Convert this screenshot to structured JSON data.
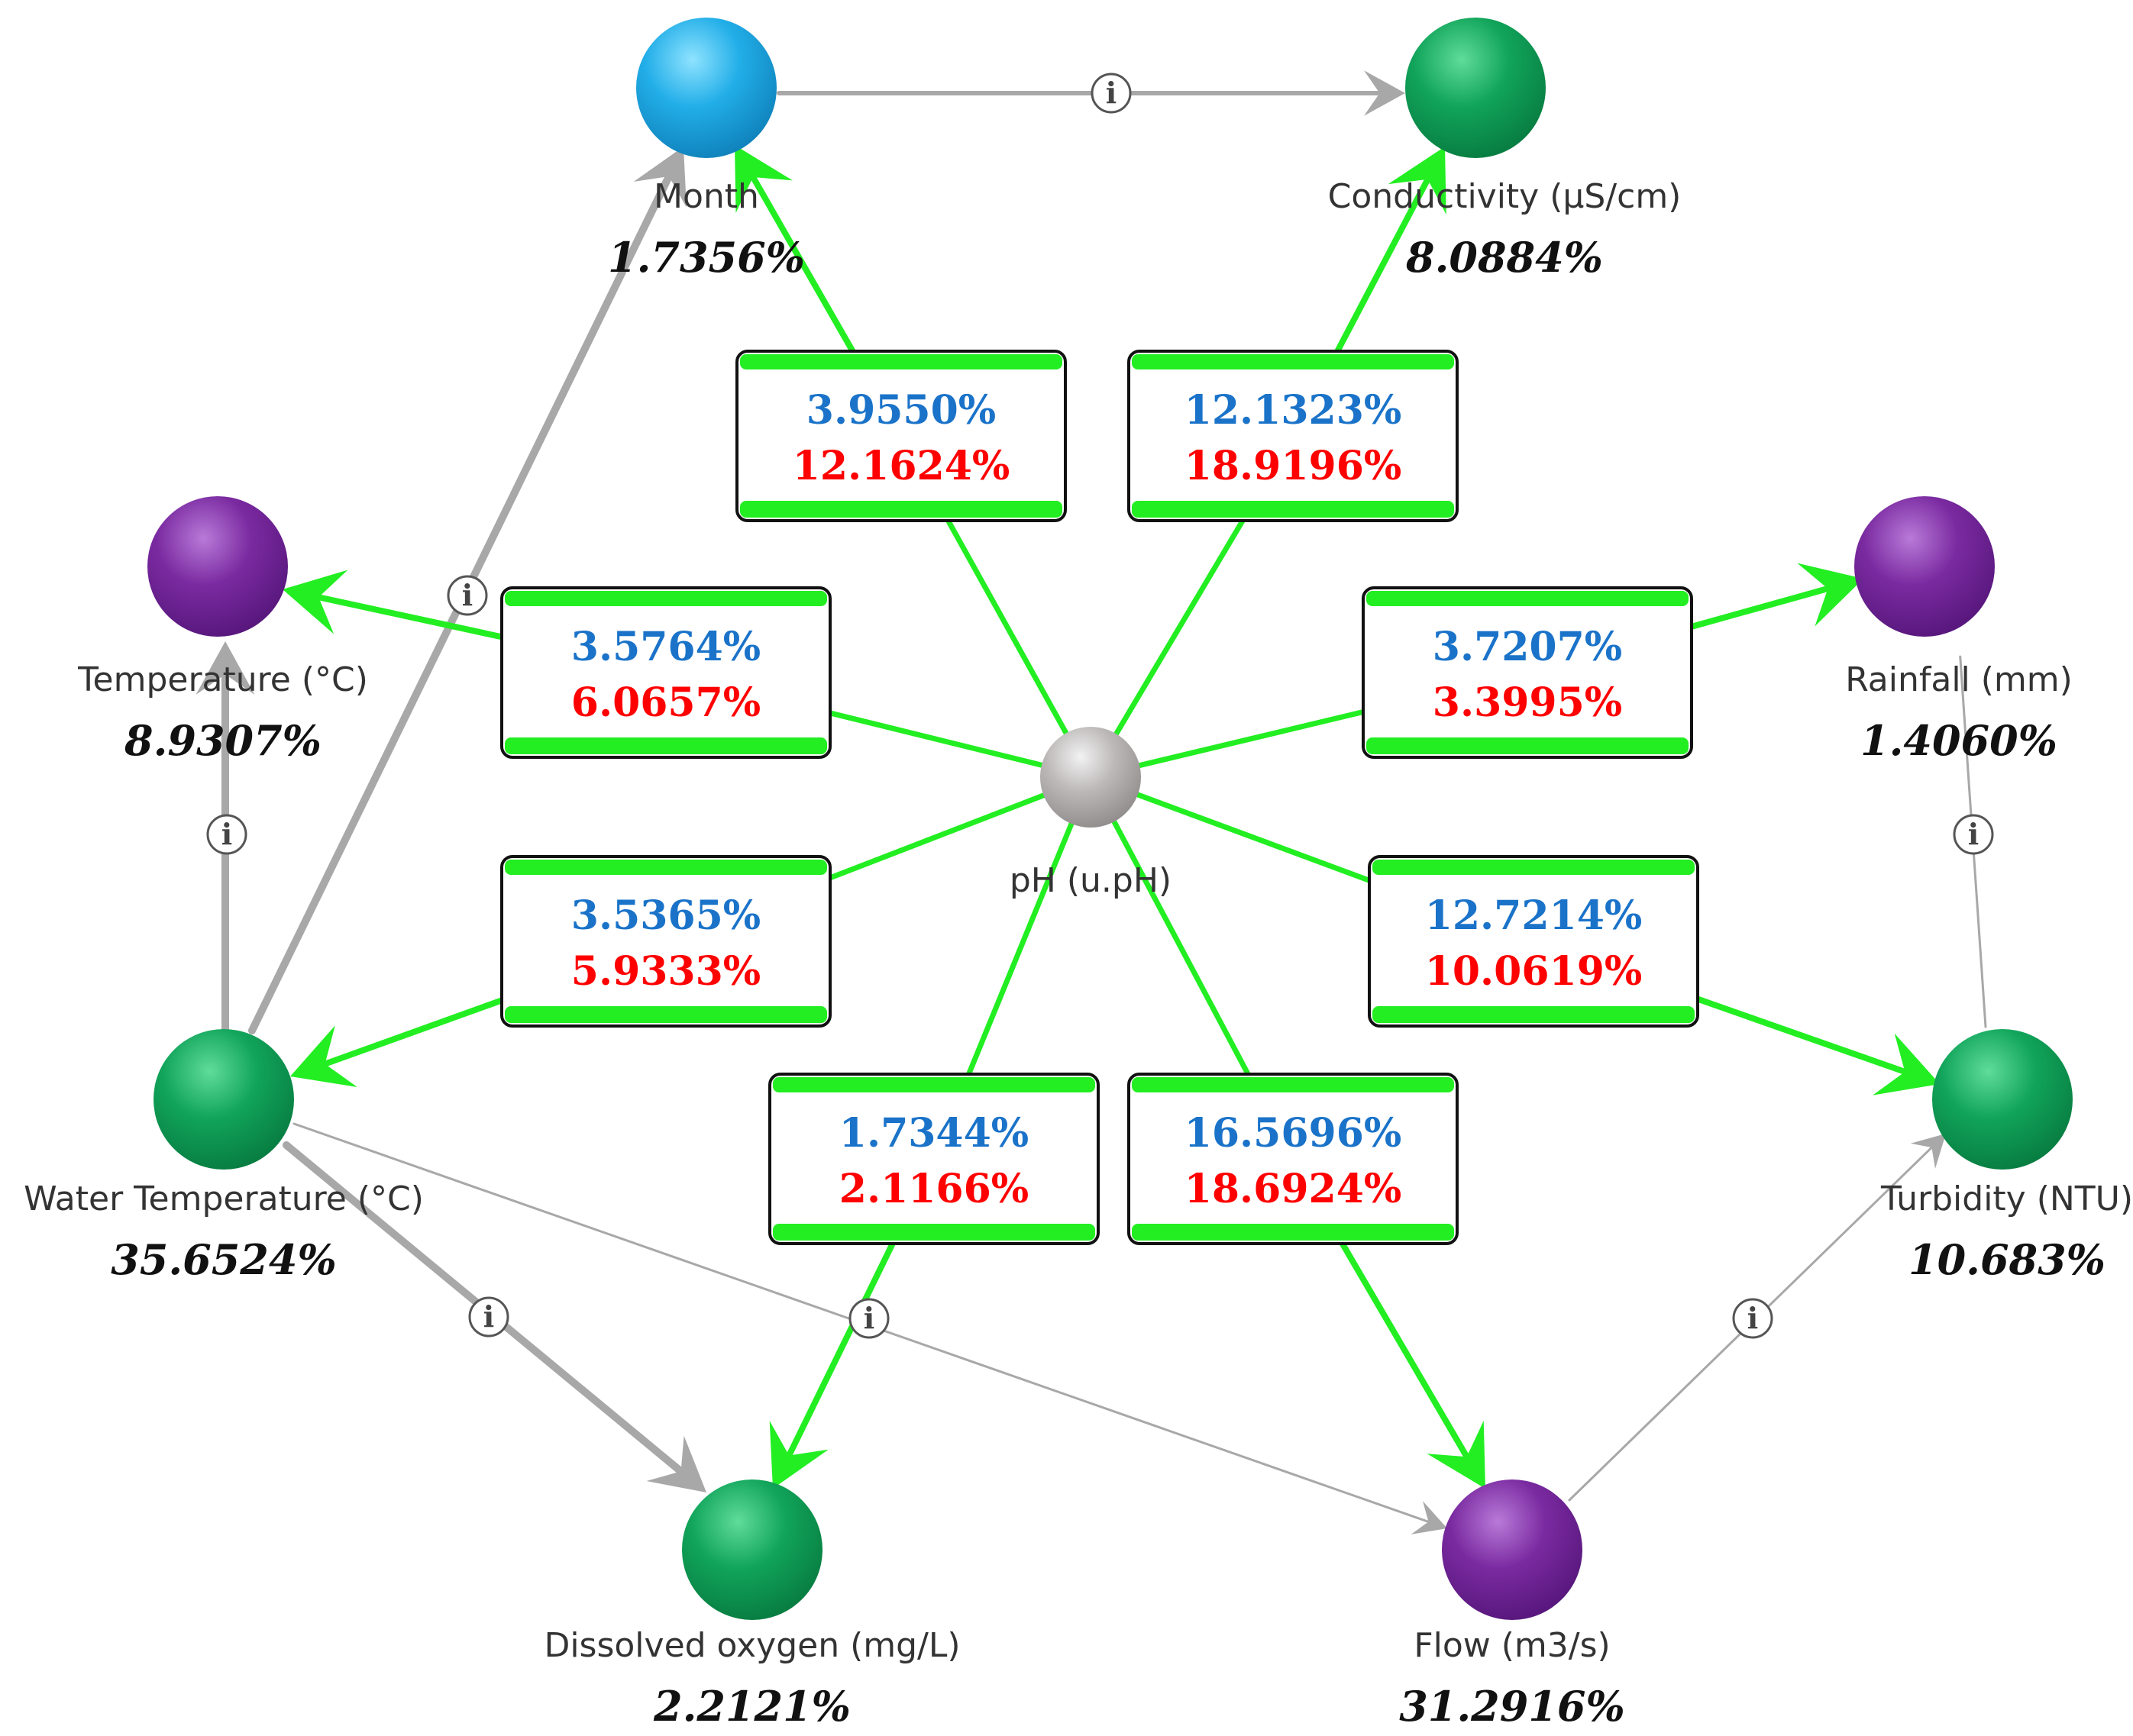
{
  "colors": {
    "green_edge": "#22ee22",
    "gray_edge": "#a8a8a8",
    "node_month": "#22aee8",
    "node_green": "#11a45a",
    "node_purple": "#7a2aa0",
    "node_center": "#b8b4b4",
    "value_blue": "#1a73c9",
    "value_red": "#ff0000"
  },
  "center": {
    "label": "pH (u.pH)"
  },
  "nodes": [
    {
      "id": "month",
      "label": "Month",
      "value": "1.7356%",
      "color": "blue"
    },
    {
      "id": "conductivity",
      "label": "Conductivity (µS/cm)",
      "value": "8.0884%",
      "color": "green"
    },
    {
      "id": "temperature",
      "label": "Temperature (°C)",
      "value": "8.9307%",
      "color": "purple"
    },
    {
      "id": "rainfall",
      "label": "Rainfall (mm)",
      "value": "1.4060%",
      "color": "purple"
    },
    {
      "id": "water_temperature",
      "label": "Water Temperature (°C)",
      "value": "35.6524%",
      "color": "green"
    },
    {
      "id": "turbidity",
      "label": "Turbidity (NTU)",
      "value": "10.683%",
      "color": "green"
    },
    {
      "id": "dissolved_oxygen",
      "label": "Dissolved oxygen (mg/L)",
      "value": "2.2121%",
      "color": "green"
    },
    {
      "id": "flow",
      "label": "Flow (m3/s)",
      "value": "31.2916%",
      "color": "purple"
    }
  ],
  "edge_boxes": [
    {
      "target": "month",
      "blue": "3.9550%",
      "red": "12.1624%"
    },
    {
      "target": "conductivity",
      "blue": "12.1323%",
      "red": "18.9196%"
    },
    {
      "target": "temperature",
      "blue": "3.5764%",
      "red": "6.0657%"
    },
    {
      "target": "rainfall",
      "blue": "3.7207%",
      "red": "3.3995%"
    },
    {
      "target": "water_temperature",
      "blue": "3.5365%",
      "red": "5.9333%"
    },
    {
      "target": "turbidity",
      "blue": "12.7214%",
      "red": "10.0619%"
    },
    {
      "target": "dissolved_oxygen",
      "blue": "1.7344%",
      "red": "2.1166%"
    },
    {
      "target": "flow",
      "blue": "16.5696%",
      "red": "18.6924%"
    }
  ],
  "gray_links": [
    {
      "from": "month",
      "to": "conductivity",
      "weight": "medium"
    },
    {
      "from": "water_temperature",
      "to": "month",
      "weight": "thick"
    },
    {
      "from": "water_temperature",
      "to": "temperature",
      "weight": "thick"
    },
    {
      "from": "water_temperature",
      "to": "dissolved_oxygen",
      "weight": "thick"
    },
    {
      "from": "water_temperature",
      "to": "flow",
      "weight": "thin"
    },
    {
      "from": "flow",
      "to": "turbidity",
      "weight": "thin"
    },
    {
      "from": "turbidity",
      "to": "rainfall",
      "weight": "thin"
    }
  ],
  "info_glyph": "i"
}
